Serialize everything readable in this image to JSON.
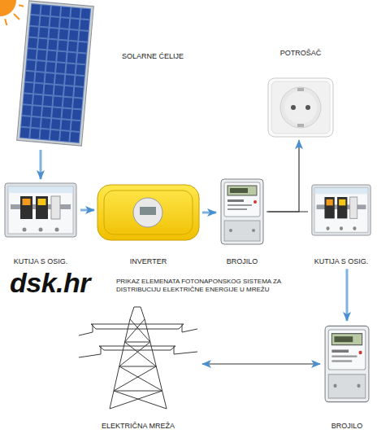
{
  "diagram": {
    "caption": "PRIKAZ ELEMENATA FOTONAPONSKOG SISTEMA ZA DISTRIBUCIJU ELEKTRIČNE ENERGIJE U MREŽU",
    "nodes": [
      {
        "text": [
          "SOLARNE ĆELIJE"
        ]
      },
      {
        "text": [
          "POTROŠAČ"
        ]
      },
      {
        "text": [
          "KUTIJA S OSIG."
        ]
      },
      {
        "text": [
          "INVERTER"
        ]
      },
      {
        "text": [
          "BROJILO"
        ]
      },
      {
        "text": [
          "KUTIJA S OSIG."
        ]
      },
      {
        "text": [
          "BROJILO"
        ]
      },
      {
        "text": [
          "ELEKTRIČNA MREŽA"
        ]
      }
    ],
    "edges": [
      {
        "from": 0,
        "to": 2,
        "arrow": "to"
      },
      {
        "from": 2,
        "to": 3,
        "arrow": "to"
      },
      {
        "from": 3,
        "to": 4,
        "arrow": "to"
      },
      {
        "from": 4,
        "to": 1,
        "arrow": "to"
      },
      {
        "from": 4,
        "to": 5,
        "arrow": "none"
      },
      {
        "from": 5,
        "to": 6,
        "arrow": "to"
      },
      {
        "from": 6,
        "to": 7,
        "arrow": "both"
      }
    ],
    "labels": [
      "dsk.hr"
    ]
  }
}
